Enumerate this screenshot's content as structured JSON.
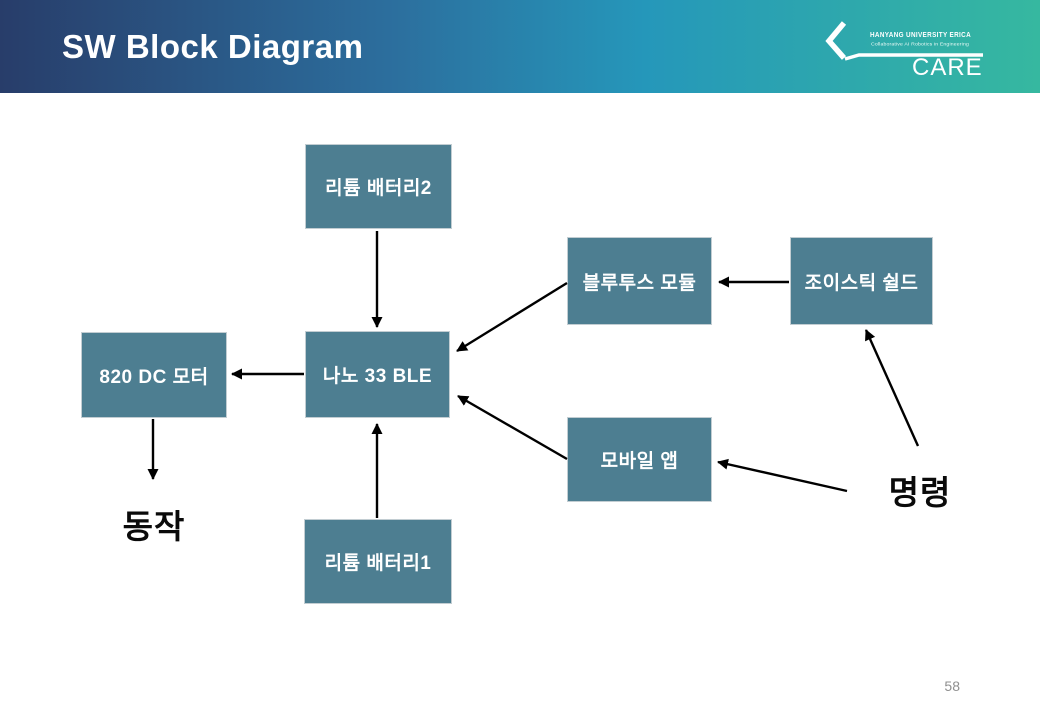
{
  "header": {
    "title": "SW Block Diagram",
    "gradient_left": "#283d6a",
    "gradient_mid": "#2597ba",
    "gradient_right": "#36b8a0"
  },
  "logo": {
    "university": "HANYANG UNIVERSITY ERICA",
    "tagline": "Collaborative AI Robotics in Engineering",
    "brand": "CARE"
  },
  "diagram": {
    "box_fill": "#4d7e91",
    "box_border": "#c2cdd2",
    "arrow_color": "#000000",
    "boxes": [
      {
        "id": "lithium-battery-2",
        "label": "리튬 배터리2"
      },
      {
        "id": "bluetooth-module",
        "label": "블루투스 모듈"
      },
      {
        "id": "joystick-shield",
        "label": "조이스틱 쉴드"
      },
      {
        "id": "dc-motor-820",
        "label": "820 DC 모터"
      },
      {
        "id": "nano-33-ble",
        "label": "나노 33 BLE"
      },
      {
        "id": "mobile-app",
        "label": "모바일 앱"
      },
      {
        "id": "lithium-battery-1",
        "label": "리튬 배터리1"
      }
    ],
    "free_labels": [
      {
        "id": "action",
        "text": "동작"
      },
      {
        "id": "command",
        "text": "명령"
      }
    ],
    "connections": [
      {
        "from": "리튬 배터리2",
        "to": "나노 33 BLE"
      },
      {
        "from": "블루투스 모듈",
        "to": "나노 33 BLE"
      },
      {
        "from": "조이스틱 쉴드",
        "to": "블루투스 모듈"
      },
      {
        "from": "나노 33 BLE",
        "to": "820 DC 모터"
      },
      {
        "from": "820 DC 모터",
        "to": "동작"
      },
      {
        "from": "리튬 배터리1",
        "to": "나노 33 BLE"
      },
      {
        "from": "모바일 앱",
        "to": "나노 33 BLE"
      },
      {
        "from": "명령",
        "to": "모바일 앱"
      },
      {
        "from": "명령",
        "to": "조이스틱 쉴드"
      }
    ]
  },
  "footer": {
    "page_number": "58"
  }
}
